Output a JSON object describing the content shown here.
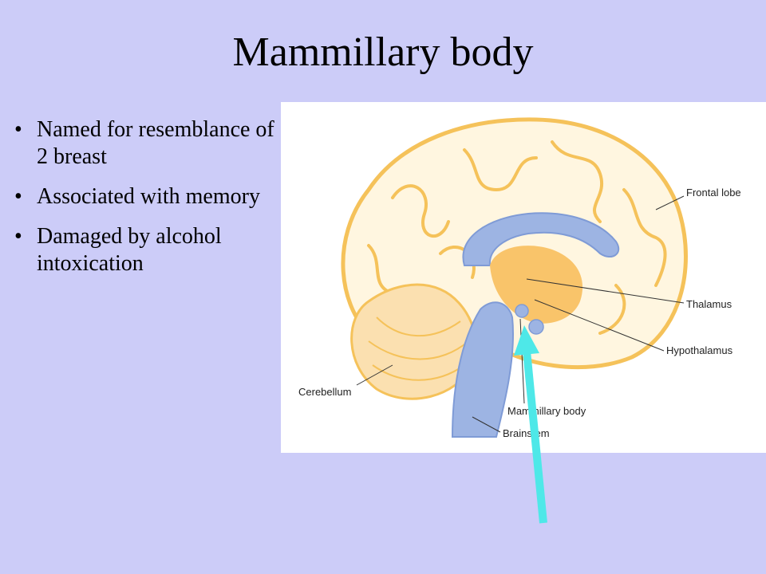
{
  "slide": {
    "title": "Mammillary body",
    "bullets": [
      "Named for resemblance of 2 breast",
      "Associated with memory",
      "Damaged by alcohol intoxication"
    ]
  },
  "figure": {
    "labels": {
      "frontal_lobe": "Frontal lobe",
      "thalamus": "Thalamus",
      "hypothalamus": "Hypothalamus",
      "cerebellum": "Cerebellum",
      "mammillary_body": "Mammillary body",
      "brainstem": "Brainstem"
    }
  },
  "colors": {
    "background": "#ccccf8",
    "brain_outline": "#f5c25a",
    "brain_fill": "#fff6e0",
    "ventricle": "#9db4e3",
    "core": "#f9c46a",
    "pointer_arrow": "#4ee8e8"
  }
}
